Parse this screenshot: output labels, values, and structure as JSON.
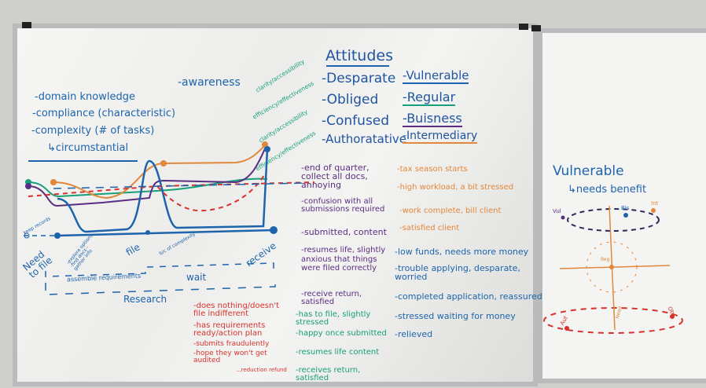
{
  "left_board": {
    "attitudes_title": "Attitudes",
    "attitudes": [
      "-Desparate",
      "-Obliged",
      "-Confused",
      "-Authoratative"
    ],
    "personas": [
      "-Vulnerable",
      "-Regular",
      "-Buisness",
      "-Intermediary"
    ],
    "persona_colors": [
      "#1d64ad",
      "#17a07a",
      "#5a2d82",
      "#e3873a"
    ],
    "factors": [
      "-domain knowledge",
      "-compliance (characteristic)",
      "-complexity (# of tasks)",
      "↳circumstantial"
    ],
    "awareness": "-awareness",
    "axis_notes": [
      "clarity/accessibility",
      "efficiency/effectiveness",
      "clarity/accessibility",
      "efficiency/effectiveness"
    ],
    "timeline": {
      "keep_records": "keep records",
      "stages": [
        "Need to file",
        "-explore options -find docs -gather info",
        "file",
        "receive"
      ],
      "file_note": "b/c of complexity",
      "assemble": "assemble requirements",
      "wait": "wait",
      "research": "Research"
    },
    "business_notes": [
      "-end of quarter, collect all docs, annoying",
      "-confusion with all submissions required",
      "-submitted, content",
      "-resumes life, slightly anxious that things were filed correctly",
      "-receive return, satisfied"
    ],
    "intermediary_notes": [
      "-tax season starts",
      "-high workload, a bit stressed",
      "-work complete, bill client",
      "-satisfied client"
    ],
    "vulnerable_notes": [
      "-low funds, needs more money",
      "-trouble applying, desparate, worried",
      "-completed application, reassured",
      "-stressed waiting for money",
      "-relieved"
    ],
    "regular_red_notes": [
      "-does nothing/doesn't file indifferent",
      "-has requirements ready/action plan",
      "-submits fraudulently",
      "-hope they won't get audited",
      "...reduction refund"
    ],
    "regular_green_notes": [
      "-has to file, slightly stressed",
      "-happy once submitted",
      "-resumes life content",
      "-receives return, satisfied"
    ]
  },
  "right_board": {
    "title": "Vulnerable",
    "subtitle": "↳needs benefit",
    "point_labels": [
      "Vul",
      "Bis",
      "Int",
      "Reg",
      "Aut",
      "Ob",
      "Need"
    ]
  }
}
